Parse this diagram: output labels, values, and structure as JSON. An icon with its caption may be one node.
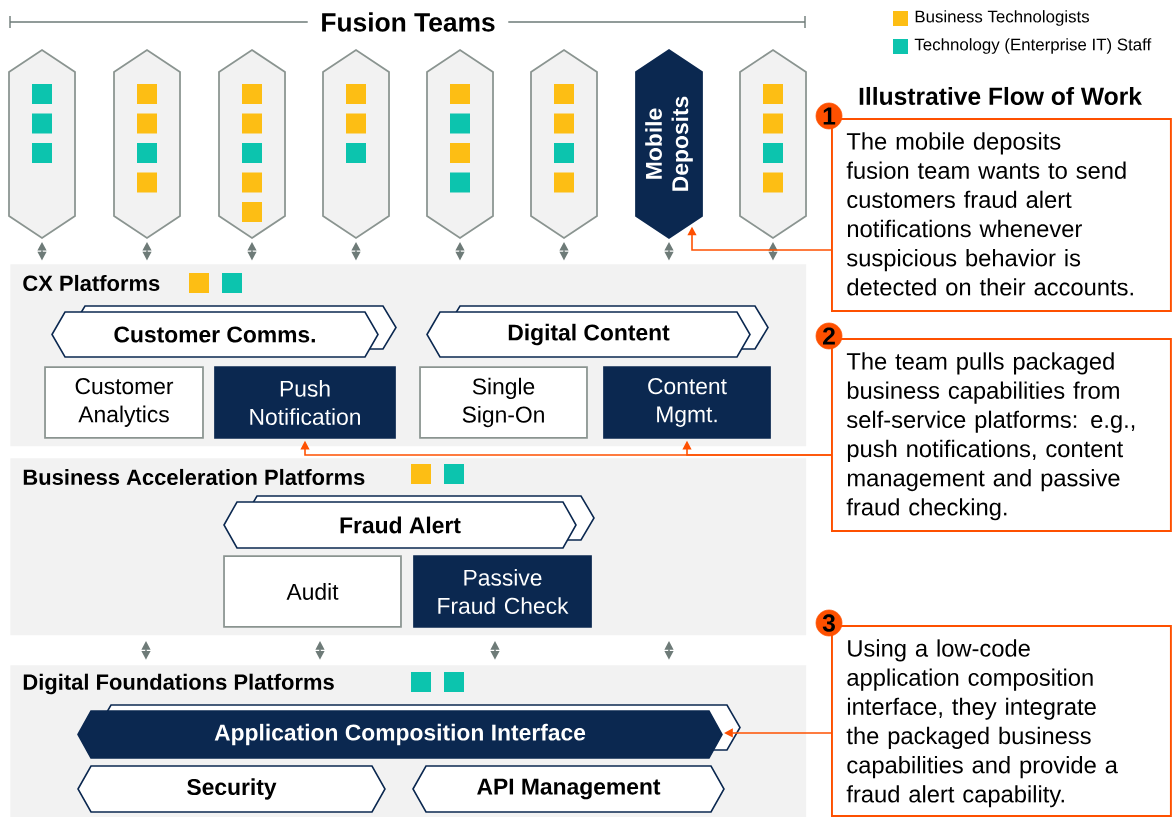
{
  "diagram": {
    "title": "Fusion Teams",
    "nodes": [
      {
        "text": [],
        "shape": "hexagon"
      },
      {
        "text": [],
        "shape": "hexagon"
      },
      {
        "text": [],
        "shape": "hexagon"
      },
      {
        "text": [],
        "shape": "hexagon"
      },
      {
        "text": [],
        "shape": "hexagon"
      },
      {
        "text": [],
        "shape": "hexagon"
      },
      {
        "text": [
          "Mobile Deposits"
        ]
      },
      {
        "text": [],
        "shape": "hexagon"
      },
      {
        "text": [
          "CX Platforms"
        ]
      },
      {
        "text": [
          "Customer Comms."
        ],
        "in": 8
      },
      {
        "text": [
          "Customer Analytics"
        ],
        "in": 8
      },
      {
        "text": [
          "Push Notification"
        ],
        "in": 8
      },
      {
        "text": [
          "Digital Content"
        ],
        "in": 8
      },
      {
        "text": [
          "Single Sign-On"
        ],
        "in": 8
      },
      {
        "text": [
          "Content Mgmt."
        ],
        "in": 8
      },
      {
        "text": [
          "Business Acceleration Platforms"
        ]
      },
      {
        "text": [
          "Fraud Alert"
        ],
        "in": 15
      },
      {
        "text": [
          "Audit"
        ],
        "in": 15
      },
      {
        "text": [
          "Passive Fraud Check"
        ],
        "in": 15
      },
      {
        "text": [
          "Digital Foundations Platforms"
        ]
      },
      {
        "text": [
          "Application Composition Interface"
        ],
        "in": 19
      },
      {
        "text": [
          "Security"
        ],
        "in": 19
      },
      {
        "text": [
          "API Management"
        ],
        "in": 19
      },
      {
        "text": [
          "1",
          "The mobile deposits fusion team wants to send customers fraud alert notifications whenever suspicious behavior is detected on their accounts."
        ]
      },
      {
        "text": [
          "2",
          "The team pulls packaged business capabilities from self-service platforms: e.g., push notifications, content management and passive fraud checking."
        ]
      },
      {
        "text": [
          "3",
          "Using a low-code application composition interface, they integrate the packaged business capabilities and provide a fraud alert capability."
        ]
      }
    ],
    "edges": [
      {
        "from": 0,
        "to": 8,
        "arrow": "both"
      },
      {
        "from": 1,
        "to": 8,
        "arrow": "both"
      },
      {
        "from": 2,
        "to": 8,
        "arrow": "both"
      },
      {
        "from": 3,
        "to": 8,
        "arrow": "both"
      },
      {
        "from": 4,
        "to": 8,
        "arrow": "both"
      },
      {
        "from": 5,
        "to": 8,
        "arrow": "both"
      },
      {
        "from": 6,
        "to": 8,
        "arrow": "both"
      },
      {
        "from": 7,
        "to": 8,
        "arrow": "both"
      },
      {
        "from": 15,
        "to": 19,
        "arrow": "both"
      },
      {
        "from": 15,
        "to": 19,
        "arrow": "both"
      },
      {
        "from": 15,
        "to": 19,
        "arrow": "both"
      },
      {
        "from": 15,
        "to": 19,
        "arrow": "both"
      },
      {
        "from": 23,
        "to": 6,
        "arrow": "to",
        "color": "#fe5000"
      },
      {
        "from": 24,
        "to": 14,
        "arrow": "to",
        "color": "#fe5000"
      },
      {
        "from": 24,
        "to": 11,
        "arrow": "to",
        "color": "#fe5000"
      },
      {
        "from": 25,
        "to": 20,
        "arrow": "to",
        "color": "#fe5000"
      }
    ],
    "labels": [
      "Illustrative Flow of Work"
    ],
    "legend": [
      {
        "text": "Business Technologists",
        "color": "#fdbe14"
      },
      {
        "text": "Technology (Enterprise IT) Staff",
        "color": "#0cc4ae"
      }
    ]
  }
}
